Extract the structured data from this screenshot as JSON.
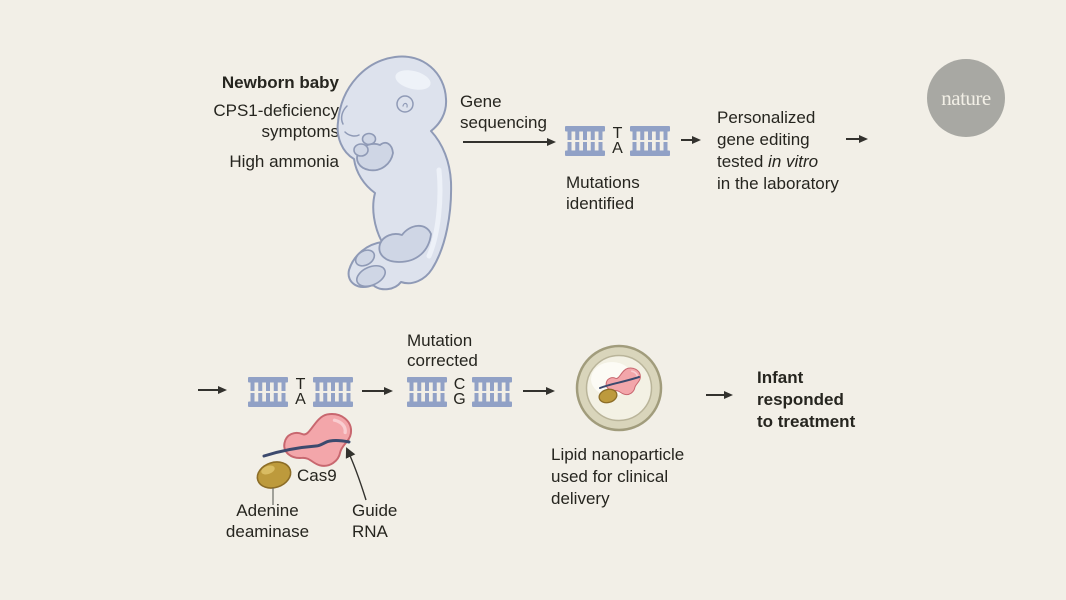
{
  "colors": {
    "background": "#f2efe7",
    "text": "#26251f",
    "arrow": "#33322e",
    "dna_blue": "#91a1c6",
    "cas9_pink": "#f3a6aa",
    "cas9_outline": "#c8676f",
    "guide_rna_navy": "#3c4a6e",
    "deaminase_gold": "#bd9a3c",
    "nanoparticle_ring": "#d9d5bb",
    "nature_logo_gray": "#a8a8a3",
    "baby_fill": "#dde2ed"
  },
  "brand": {
    "logo_text": "nature"
  },
  "steps": {
    "newborn": {
      "title": "Newborn baby",
      "symptoms_line1": "CPS1-deficiency",
      "symptoms_line2": "symptoms",
      "symptom2": "High ammonia"
    },
    "sequencing": {
      "line1": "Gene",
      "line2": "sequencing"
    },
    "mutation_identified": {
      "base_top": "T",
      "base_bottom": "A",
      "caption_line1": "Mutations",
      "caption_line2": "identified"
    },
    "personalized": {
      "line1": "Personalized",
      "line2": "gene editing",
      "line3_regular": "tested ",
      "line3_italic": "in vitro",
      "line4": "in the laboratory"
    },
    "editing_complex": {
      "base_top": "T",
      "base_bottom": "A",
      "cas9_label": "Cas9",
      "deaminase_line1": "Adenine",
      "deaminase_line2": "deaminase",
      "guide_line1": "Guide",
      "guide_line2": "RNA"
    },
    "corrected": {
      "caption_line1": "Mutation",
      "caption_line2": "corrected",
      "base_top": "C",
      "base_bottom": "G"
    },
    "nanoparticle": {
      "caption_line1": "Lipid nanoparticle",
      "caption_line2": "used for clinical",
      "caption_line3": "delivery"
    },
    "outcome": {
      "line1": "Infant",
      "line2": "responded",
      "line3": "to treatment"
    }
  }
}
